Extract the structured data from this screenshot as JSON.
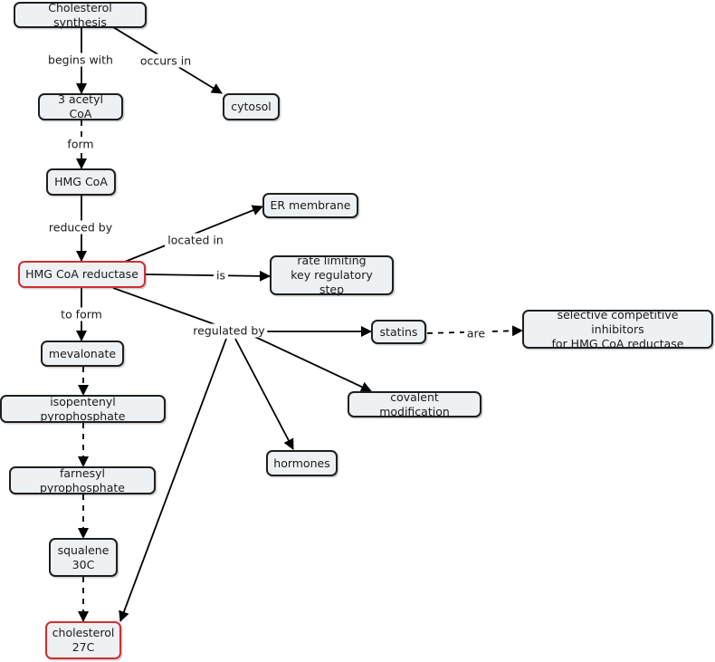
{
  "nodes": {
    "cholesterol_synthesis": "Cholesterol synthesis",
    "acetyl_coa": "3 acetyl CoA",
    "cytosol": "cytosol",
    "hmg_coa": "HMG CoA",
    "er_membrane": "ER membrane",
    "hmg_coa_reductase": "HMG CoA reductase",
    "rate_limiting": "rate limiting\nkey regulatory step",
    "statins": "statins",
    "selective_inhibitors": "selective competitive inhibitors\nfor HMG CoA reductase",
    "mevalonate": "mevalonate",
    "isopentenyl": "isopentenyl pyrophosphate",
    "farnesyl": "farnesyl pyrophosphate",
    "covalent_modification": "covalent modification",
    "hormones": "hormones",
    "squalene": "squalene\n30C",
    "cholesterol": "cholesterol\n27C"
  },
  "links": {
    "begins_with": "begins with",
    "occurs_in": "occurs in",
    "form": "form",
    "reduced_by": "reduced by",
    "located_in": "located in",
    "is": "is",
    "to_form": "to form",
    "regulated_by": "regulated by",
    "are": "are"
  },
  "colors": {
    "node_fill": "#edf1f4",
    "node_border": "#1f1f1f",
    "highlight_border": "#d03030"
  }
}
